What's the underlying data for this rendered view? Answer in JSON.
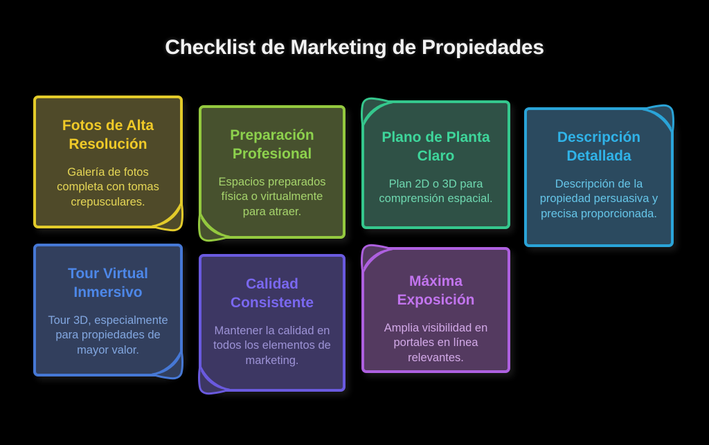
{
  "page": {
    "title": "Checklist de Marketing de Propiedades",
    "background_color": "#000000",
    "title_color": "#F2F2F2"
  },
  "cards": [
    {
      "title": "Fotos de Alta Resolución",
      "body": "Galería de fotos completa con tomas crepusculares.",
      "accent": "#E3CB2A",
      "bg": "#4F4A29",
      "title_color": "#F0CA28",
      "body_color": "#E6D756",
      "curl_corner": "bottom-right"
    },
    {
      "title": "Preparación Profesional",
      "body": "Espacios preparados física o virtualmente para atraer.",
      "accent": "#94C93F",
      "bg": "#47512E",
      "title_color": "#8DD14D",
      "body_color": "#A6D46C",
      "curl_corner": "bottom-left"
    },
    {
      "title": "Plano de Planta Claro",
      "body": "Plan 2D o 3D para comprensión espacial.",
      "accent": "#35C78D",
      "bg": "#2F5146",
      "title_color": "#3ED69B",
      "body_color": "#6FD8B0",
      "curl_corner": "top-left"
    },
    {
      "title": "Descripción Detallada",
      "body": "Descripción de la propiedad persuasiva y precisa proporcionada.",
      "accent": "#2AA4D8",
      "bg": "#2B4A5F",
      "title_color": "#30B3E8",
      "body_color": "#66C5E8",
      "curl_corner": "top-right"
    },
    {
      "title": "Tour Virtual Inmersivo",
      "body": "Tour 3D, especialmente para propiedades de mayor valor.",
      "accent": "#4678D5",
      "bg": "#323F5D",
      "title_color": "#4D87E8",
      "body_color": "#82A7E0",
      "curl_corner": "bottom-right"
    },
    {
      "title": "Calidad Consistente",
      "body": "Mantener la calidad en todos los elementos de marketing.",
      "accent": "#6A5ADF",
      "bg": "#3D3763",
      "title_color": "#7A68F0",
      "body_color": "#9D93D6",
      "curl_corner": "bottom-left"
    },
    {
      "title": "Máxima Exposición",
      "body": "Amplia visibilidad en portales en línea relevantes.",
      "accent": "#AE60E0",
      "bg": "#543A60",
      "title_color": "#C274EE",
      "body_color": "#D3AAE8",
      "curl_corner": "top-left"
    }
  ]
}
